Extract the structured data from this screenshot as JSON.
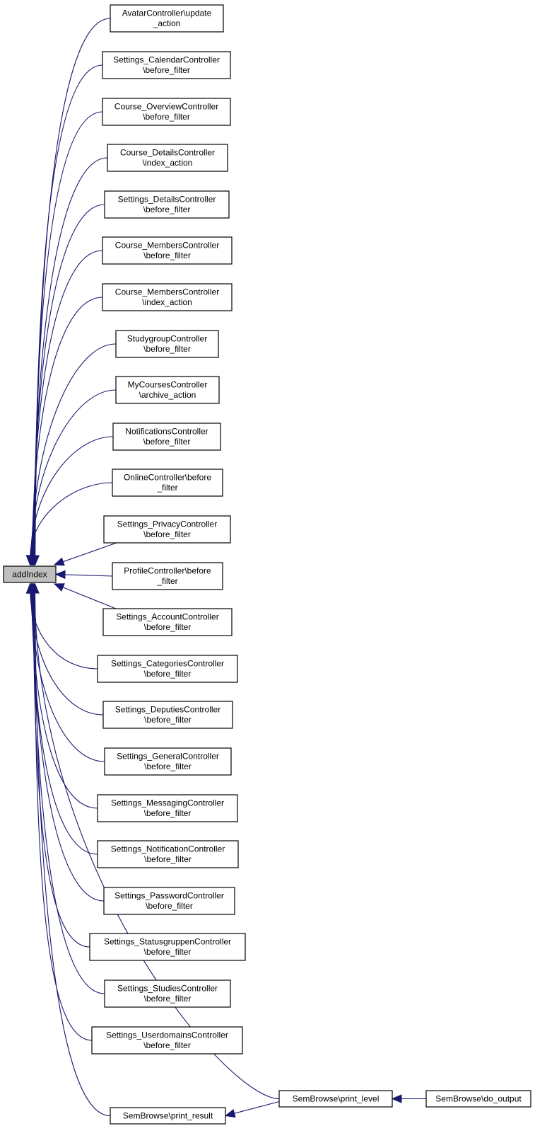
{
  "diagram": {
    "nodes": [
      {
        "id": "addIndex",
        "lines": [
          "addIndex"
        ]
      },
      {
        "id": "n1",
        "lines": [
          "AvatarController\\update",
          "_action"
        ]
      },
      {
        "id": "n2",
        "lines": [
          "Settings_CalendarController",
          "\\before_filter"
        ]
      },
      {
        "id": "n3",
        "lines": [
          "Course_OverviewController",
          "\\before_filter"
        ]
      },
      {
        "id": "n4",
        "lines": [
          "Course_DetailsController",
          "\\index_action"
        ]
      },
      {
        "id": "n5",
        "lines": [
          "Settings_DetailsController",
          "\\before_filter"
        ]
      },
      {
        "id": "n6",
        "lines": [
          "Course_MembersController",
          "\\before_filter"
        ]
      },
      {
        "id": "n7",
        "lines": [
          "Course_MembersController",
          "\\index_action"
        ]
      },
      {
        "id": "n8",
        "lines": [
          "StudygroupController",
          "\\before_filter"
        ]
      },
      {
        "id": "n9",
        "lines": [
          "MyCoursesController",
          "\\archive_action"
        ]
      },
      {
        "id": "n10",
        "lines": [
          "NotificationsController",
          "\\before_filter"
        ]
      },
      {
        "id": "n11",
        "lines": [
          "OnlineController\\before",
          "_filter"
        ]
      },
      {
        "id": "n12",
        "lines": [
          "Settings_PrivacyController",
          "\\before_filter"
        ]
      },
      {
        "id": "n13",
        "lines": [
          "ProfileController\\before",
          "_filter"
        ]
      },
      {
        "id": "n14",
        "lines": [
          "Settings_AccountController",
          "\\before_filter"
        ]
      },
      {
        "id": "n15",
        "lines": [
          "Settings_CategoriesController",
          "\\before_filter"
        ]
      },
      {
        "id": "n16",
        "lines": [
          "Settings_DeputiesController",
          "\\before_filter"
        ]
      },
      {
        "id": "n17",
        "lines": [
          "Settings_GeneralController",
          "\\before_filter"
        ]
      },
      {
        "id": "n18",
        "lines": [
          "Settings_MessagingController",
          "\\before_filter"
        ]
      },
      {
        "id": "n19",
        "lines": [
          "Settings_NotificationController",
          "\\before_filter"
        ]
      },
      {
        "id": "n20",
        "lines": [
          "Settings_PasswordController",
          "\\before_filter"
        ]
      },
      {
        "id": "n21",
        "lines": [
          "Settings_StatusgruppenController",
          "\\before_filter"
        ]
      },
      {
        "id": "n22",
        "lines": [
          "Settings_StudiesController",
          "\\before_filter"
        ]
      },
      {
        "id": "n23",
        "lines": [
          "Settings_UserdomainsController",
          "\\before_filter"
        ]
      },
      {
        "id": "printResult",
        "lines": [
          "SemBrowse\\print_result"
        ]
      },
      {
        "id": "printLevel",
        "lines": [
          "SemBrowse\\print_level"
        ]
      },
      {
        "id": "doOutput",
        "lines": [
          "SemBrowse\\do_output"
        ]
      }
    ],
    "edges": [
      {
        "from": "n1",
        "to": "addIndex"
      },
      {
        "from": "n2",
        "to": "addIndex"
      },
      {
        "from": "n3",
        "to": "addIndex"
      },
      {
        "from": "n4",
        "to": "addIndex"
      },
      {
        "from": "n5",
        "to": "addIndex"
      },
      {
        "from": "n6",
        "to": "addIndex"
      },
      {
        "from": "n7",
        "to": "addIndex"
      },
      {
        "from": "n8",
        "to": "addIndex"
      },
      {
        "from": "n9",
        "to": "addIndex"
      },
      {
        "from": "n10",
        "to": "addIndex"
      },
      {
        "from": "n11",
        "to": "addIndex"
      },
      {
        "from": "n12",
        "to": "addIndex"
      },
      {
        "from": "n13",
        "to": "addIndex"
      },
      {
        "from": "n14",
        "to": "addIndex"
      },
      {
        "from": "n15",
        "to": "addIndex"
      },
      {
        "from": "n16",
        "to": "addIndex"
      },
      {
        "from": "n17",
        "to": "addIndex"
      },
      {
        "from": "n18",
        "to": "addIndex"
      },
      {
        "from": "n19",
        "to": "addIndex"
      },
      {
        "from": "n20",
        "to": "addIndex"
      },
      {
        "from": "n21",
        "to": "addIndex"
      },
      {
        "from": "n22",
        "to": "addIndex"
      },
      {
        "from": "n23",
        "to": "addIndex"
      },
      {
        "from": "printResult",
        "to": "addIndex"
      },
      {
        "from": "printLevel",
        "to": "addIndex"
      },
      {
        "from": "printLevel",
        "to": "printResult"
      },
      {
        "from": "doOutput",
        "to": "printLevel"
      }
    ],
    "colors": {
      "edge": "#191970",
      "root_fill": "#bfbfbf",
      "node_fill": "#ffffff",
      "border": "#000000"
    }
  }
}
